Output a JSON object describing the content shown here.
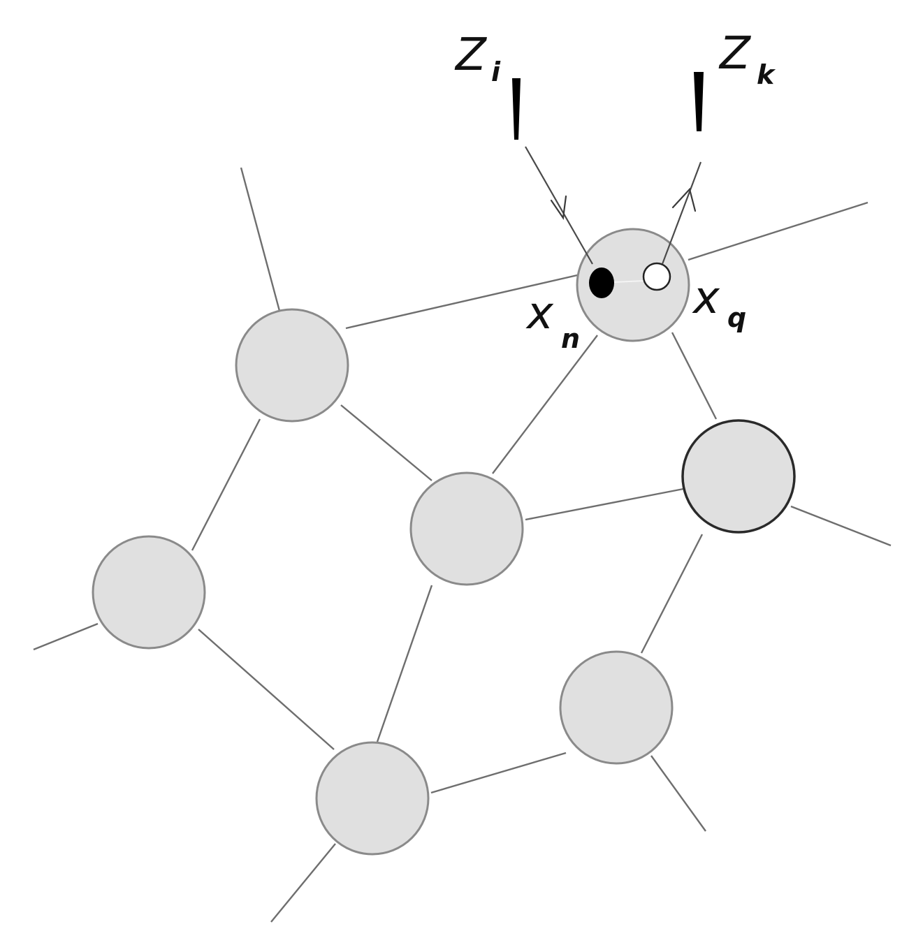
{
  "labels": {
    "zi": {
      "main": "Z",
      "sub": "i"
    },
    "zk": {
      "main": "Z",
      "sub": "k"
    },
    "xn": {
      "main": "x",
      "sub": "n"
    },
    "xq": {
      "main": "x",
      "sub": "q"
    }
  },
  "colors": {
    "node_fill": "#e0e0e0",
    "node_stroke": "#8a8a8a",
    "highlight_node_stroke": "#2a2a2a",
    "edge": "#6e6e6e",
    "entry_point": "#000000",
    "exit_point": "#ffffff",
    "sensor": "#000000"
  },
  "icons": {
    "sensor_zi": "sensor-wedge-icon",
    "sensor_zk": "sensor-wedge-icon",
    "arrow_in": "arrow-down-icon",
    "arrow_out": "arrow-up-icon"
  }
}
